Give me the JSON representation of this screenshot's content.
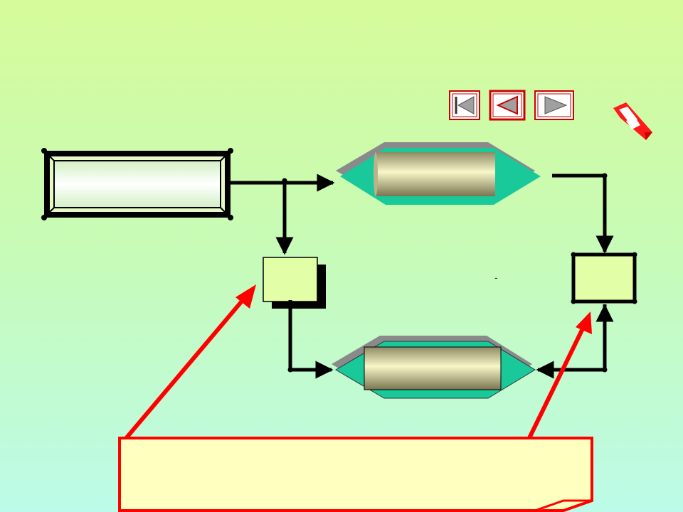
{
  "colors": {
    "background_top": "#d6fb9a",
    "background_bottom": "#bcfbe8",
    "arrow": "#000000",
    "callout_arrow": "#ff0000",
    "hexagon_fill": "#1ac99a",
    "hexagon_shadow": "#8a8a8a",
    "box_fill": "#e2ffa8",
    "callout_fill": "#ffffc0",
    "callout_border": "#ff0000",
    "nav_border": "#cc0000",
    "nav_fill": "#a0a0a0"
  },
  "nav": {
    "buttons": [
      "first-slide",
      "previous-slide",
      "next-slide"
    ]
  },
  "icons": {
    "top_right": "pencil-icon"
  },
  "stray_text": "-",
  "callout": {
    "text": ""
  }
}
